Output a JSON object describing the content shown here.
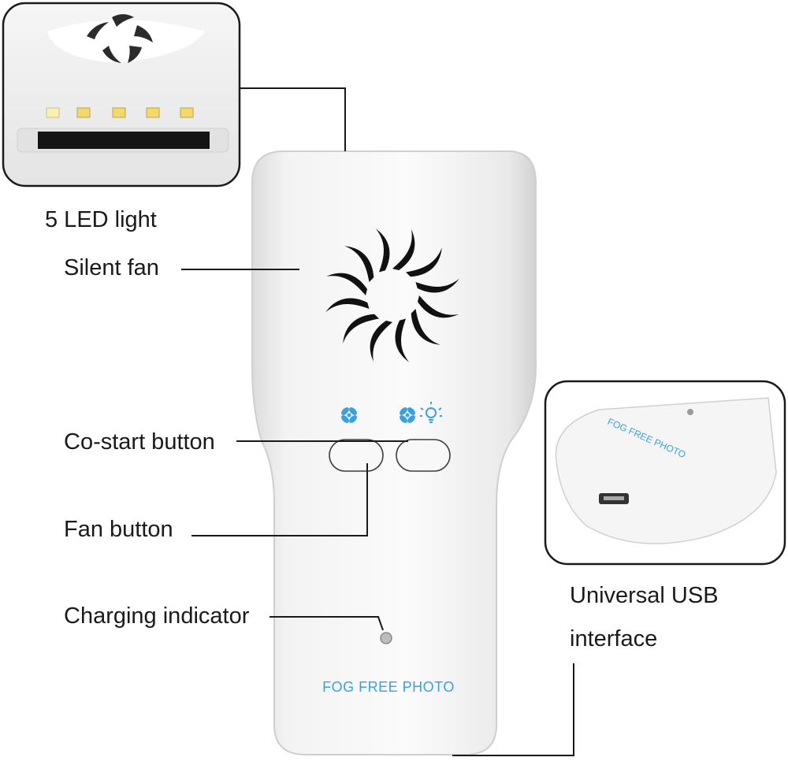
{
  "labels": {
    "led": "5 LED light",
    "fan": "Silent fan",
    "co_start": "Co-start button",
    "fan_button": "Fan button",
    "charging": "Charging indicator",
    "usb_line1": "Universal USB",
    "usb_line2": "interface"
  },
  "device": {
    "brand_text": "FOG FREE PHOTO",
    "usb_brand_text": "FOG FREE PHOTO",
    "accent_color": "#3aa0e0",
    "body_color": "#f4f4f4"
  },
  "icons": {
    "fan_mode": "fan-icon",
    "fan_light_mode": "fan-and-bulb-icon"
  }
}
